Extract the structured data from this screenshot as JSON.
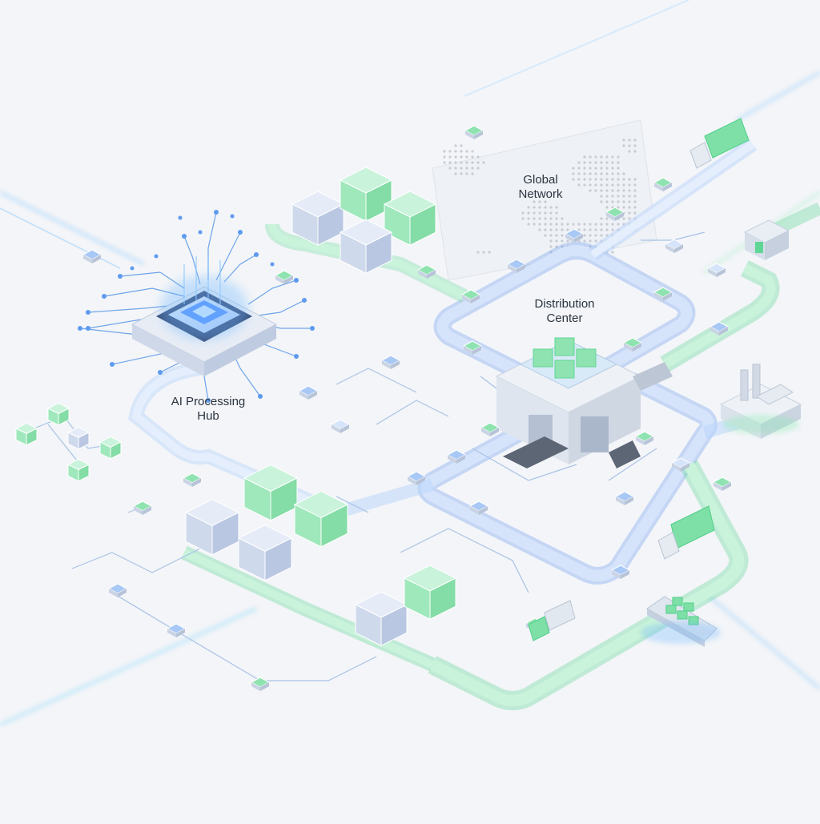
{
  "labels": {
    "ai_hub": {
      "line1": "AI Processing",
      "line2": "Hub"
    },
    "distribution": {
      "line1": "Distribution",
      "line2": "Center"
    },
    "global": {
      "line1": "Global",
      "line2": "Network"
    }
  },
  "colors": {
    "background": "#f3f5f8",
    "blue_track": "#a9c7f5",
    "blue_track_edge": "#6f9ff0",
    "green_track": "#a7ecc4",
    "green_track_edge": "#5fd694",
    "glow_blue": "#6fb8ff",
    "cube_green": "#8fe3b0",
    "cube_blue": "#c9d6ef",
    "chip_core": "#4d8dff",
    "map_dots": "#c8ccd3"
  },
  "icons": [
    "chip-icon",
    "truck-icon",
    "ship-icon",
    "factory-icon",
    "warehouse-icon",
    "world-map-icon",
    "cube-icon",
    "node-icon"
  ]
}
